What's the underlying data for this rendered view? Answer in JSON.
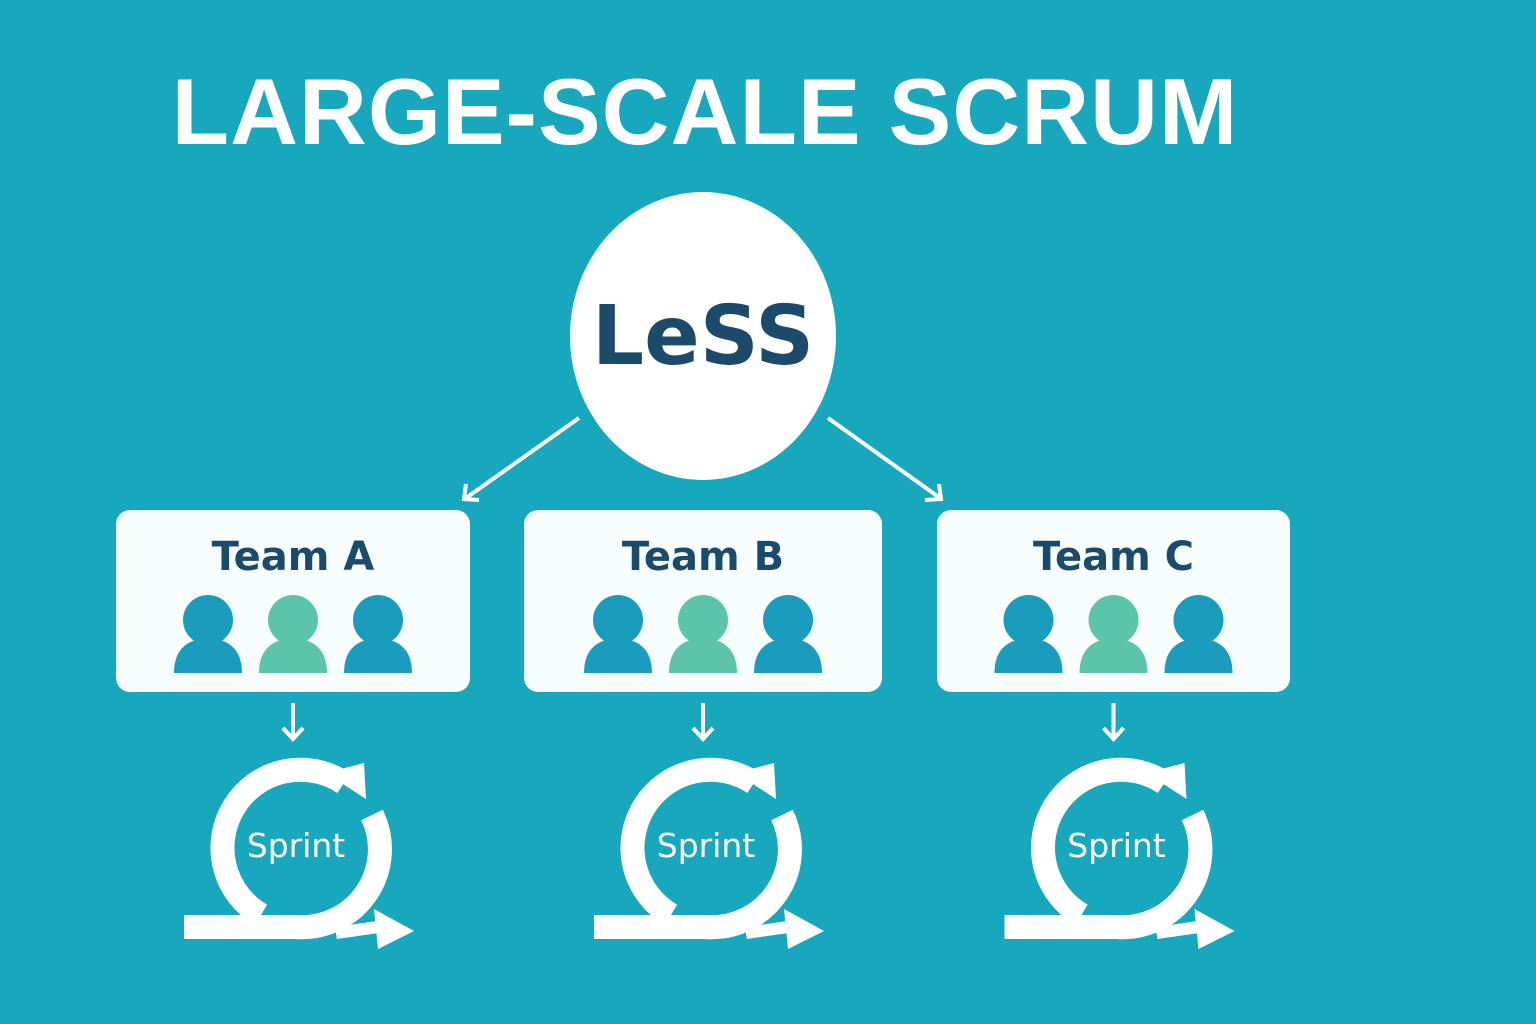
{
  "title": "LARGE-SCALE SCRUM",
  "center": {
    "label": "LeSS"
  },
  "teams": [
    {
      "name": "Team A",
      "sprint_label": "Sprint"
    },
    {
      "name": "Team B",
      "sprint_label": "Sprint"
    },
    {
      "name": "Team C",
      "sprint_label": "Sprint"
    }
  ],
  "member_icons": [
    "person-icon",
    "person-icon",
    "person-icon"
  ],
  "colors": {
    "background": "#17a8bd",
    "text_dark": "#1b4a6b",
    "member_blue": "#1a9cbc",
    "member_green": "#5cc4a8",
    "card": "#f7fdfd"
  }
}
